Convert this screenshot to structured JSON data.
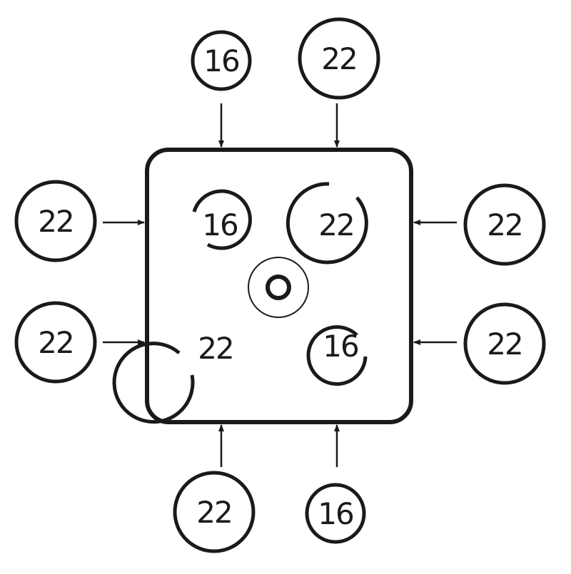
{
  "diagram": {
    "outer_labels": {
      "top_left": "16",
      "top_right": "22",
      "left_upper": "22",
      "left_lower": "22",
      "right_upper": "22",
      "right_lower": "22",
      "bottom_left": "22",
      "bottom_right": "16"
    },
    "inner_labels": {
      "top_left": "16",
      "top_right": "22",
      "bottom_left": "22",
      "bottom_right": "16"
    }
  }
}
